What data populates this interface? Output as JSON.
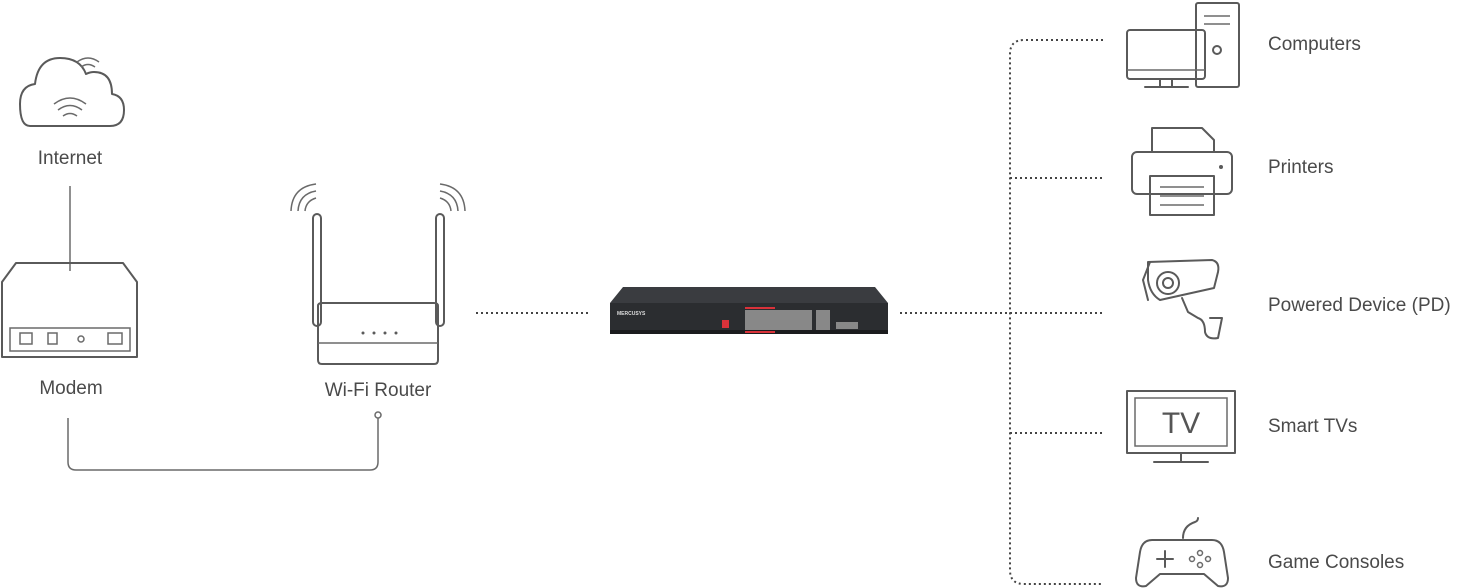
{
  "nodes": {
    "internet": "Internet",
    "modem": "Modem",
    "router": "Wi-Fi Router",
    "switch_brand": "MERCUSYS"
  },
  "devices": [
    {
      "label": "Computers",
      "icon": "computer-icon"
    },
    {
      "label": "Printers",
      "icon": "printer-icon"
    },
    {
      "label": "Powered Device (PD)",
      "icon": "camera-icon"
    },
    {
      "label": "Smart TVs",
      "icon": "tv-icon",
      "icon_text": "TV"
    },
    {
      "label": "Game Consoles",
      "icon": "gamepad-icon"
    }
  ],
  "colors": {
    "line": "#5a5a5a",
    "switch_body": "#2b2d30",
    "port_accent": "#d9323a"
  }
}
